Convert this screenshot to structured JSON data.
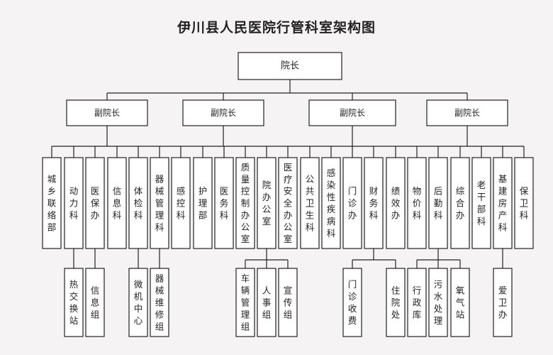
{
  "title": "伊川县人民医院行管科室架构图",
  "root": "院长",
  "deputies": [
    "副院长",
    "副院长",
    "副院长",
    "副院长"
  ],
  "departments": [
    "城乡联络部",
    "动力科",
    "医保办",
    "信息科",
    "体检科",
    "器械管理科",
    "感控科",
    "护理部",
    "医务科",
    "质量控制办公室",
    "院办公室",
    "医疗安全办公室",
    "公共卫生科",
    "感染性疾病科",
    "门诊办",
    "财务科",
    "绩效办",
    "物价科",
    "后勤科",
    "综合办",
    "老干部科",
    "基建房产科",
    "保卫科"
  ],
  "sub_units": [
    {
      "parent": "动力科",
      "label": "热交换站"
    },
    {
      "parent": "医保办",
      "label": "信息组"
    },
    {
      "parent": "体检科",
      "label": "微机中心"
    },
    {
      "parent": "器械管理科",
      "label": "器械维修组"
    },
    {
      "parent": "院办公室",
      "label": "车辆管理组"
    },
    {
      "parent": "院办公室",
      "label": "人事组"
    },
    {
      "parent": "院办公室",
      "label": "宣传组"
    },
    {
      "parent": "财务科",
      "label": "门诊收费"
    },
    {
      "parent": "财务科",
      "label": "住院处"
    },
    {
      "parent": "后勤科",
      "label": "行政库"
    },
    {
      "parent": "后勤科",
      "label": "污水处理"
    },
    {
      "parent": "后勤科",
      "label": "氧气站"
    },
    {
      "parent": "基建房产科",
      "label": "爱卫办"
    }
  ]
}
